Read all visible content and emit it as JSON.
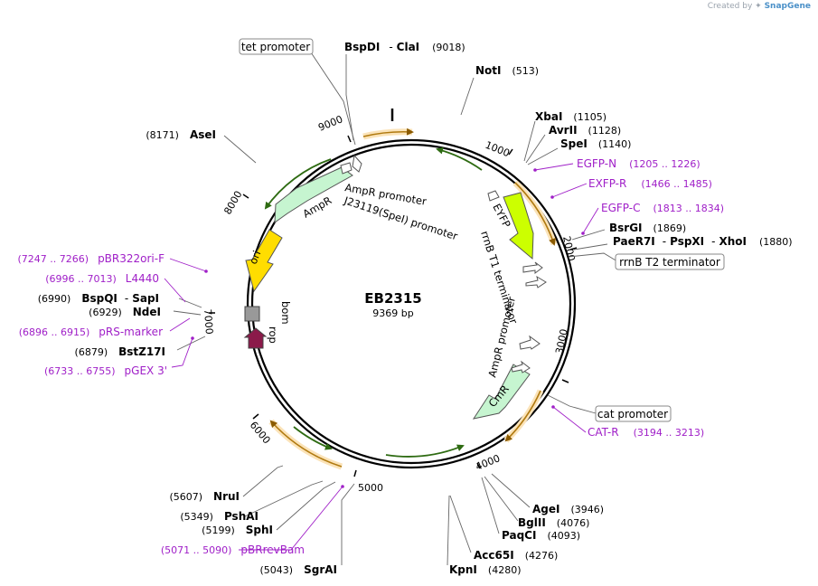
{
  "attribution": {
    "prefix": "Created by",
    "brand": "SnapGene"
  },
  "plasmid": {
    "name": "EB2315",
    "length": "9369 bp"
  },
  "tick_labels": [
    "1000",
    "2000",
    "3000",
    "4000",
    "5000",
    "6000",
    "7000",
    "8000",
    "9000"
  ],
  "sites": [
    {
      "name": "BspDI",
      "name2": "ClaI",
      "pos": "(9018)"
    },
    {
      "name": "NotI",
      "pos": "(513)"
    },
    {
      "name": "XbaI",
      "pos": "(1105)"
    },
    {
      "name": "AvrII",
      "pos": "(1128)"
    },
    {
      "name": "SpeI",
      "pos": "(1140)"
    },
    {
      "name": "BsrGI",
      "pos": "(1869)"
    },
    {
      "name": "PaeR7I",
      "name2": "PspXI",
      "name3": "XhoI",
      "pos": "(1880)"
    },
    {
      "name": "AgeI",
      "pos": "(3946)"
    },
    {
      "name": "BglII",
      "pos": "(4076)"
    },
    {
      "name": "PaqCI",
      "pos": "(4093)"
    },
    {
      "name": "Acc65I",
      "pos": "(4276)"
    },
    {
      "name": "KpnI",
      "pos": "(4280)"
    },
    {
      "name": "SgrAI",
      "pos": "(5043)"
    },
    {
      "name": "SphI",
      "pos": "(5199)"
    },
    {
      "name": "PshAI",
      "pos": "(5349)"
    },
    {
      "name": "NruI",
      "pos": "(5607)"
    },
    {
      "name": "BstZ17I",
      "pos": "(6879)"
    },
    {
      "name": "NdeI",
      "pos": "(6929)"
    },
    {
      "name": "BspQI",
      "name2": "SapI",
      "pos": "(6990)"
    },
    {
      "name": "AseI",
      "pos": "(8171)"
    }
  ],
  "primers": [
    {
      "name": "EGFP-N",
      "range": "(1205 .. 1226)"
    },
    {
      "name": "EXFP-R",
      "range": "(1466 .. 1485)"
    },
    {
      "name": "EGFP-C",
      "range": "(1813 .. 1834)"
    },
    {
      "name": "CAT-R",
      "range": "(3194 .. 3213)"
    },
    {
      "name": "pBRrevBam",
      "range": "(5071 .. 5090)"
    },
    {
      "name": "pGEX 3'",
      "range": "(6733 .. 6755)"
    },
    {
      "name": "pRS-marker",
      "range": "(6896 .. 6915)"
    },
    {
      "name": "L4440",
      "range": "(6996 .. 7013)"
    },
    {
      "name": "pBR322ori-F",
      "range": "(7247 .. 7266)"
    }
  ],
  "boxed_labels": [
    "tet promoter",
    "rrnB T2 terminator",
    "cat promoter"
  ],
  "features": [
    "AmpR promoter",
    "J23119(SpeI) promoter",
    "EYFP",
    "rrnB T1 terminator",
    "AmpR promoter",
    "CmR",
    "AmpR",
    "ori",
    "bom",
    "rop"
  ],
  "colors": {
    "backbone": "#000000",
    "primer": "#a020c8",
    "orf_arrow": "#f5a623",
    "green_arrow": "#2e8b1e",
    "eyfp": "#ccff00",
    "ampr": "#c6f5d0",
    "ori": "#ffdd00",
    "bom": "#999999",
    "rop": "#8b1a4a"
  }
}
